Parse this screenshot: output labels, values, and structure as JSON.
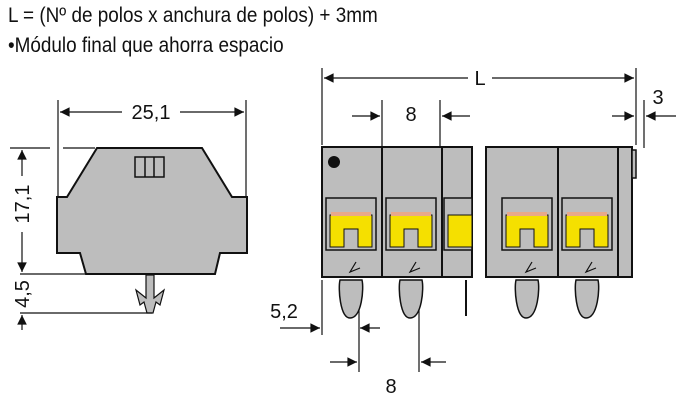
{
  "notes": {
    "formula": "L = (Nº de polos x anchura de polos) + 3mm",
    "bullet": "•Módulo final que ahorra espacio"
  },
  "dimensions": {
    "width_side": "25,1",
    "height_body": "17,1",
    "height_pin": "4,5",
    "length": "L",
    "pitch_top": "8",
    "end_plate": "3",
    "offset": "5,2",
    "pitch_bottom": "8"
  },
  "colors": {
    "body": "#bdbdbd",
    "clamp": "#f5e000",
    "spring": "#e8a98a"
  }
}
